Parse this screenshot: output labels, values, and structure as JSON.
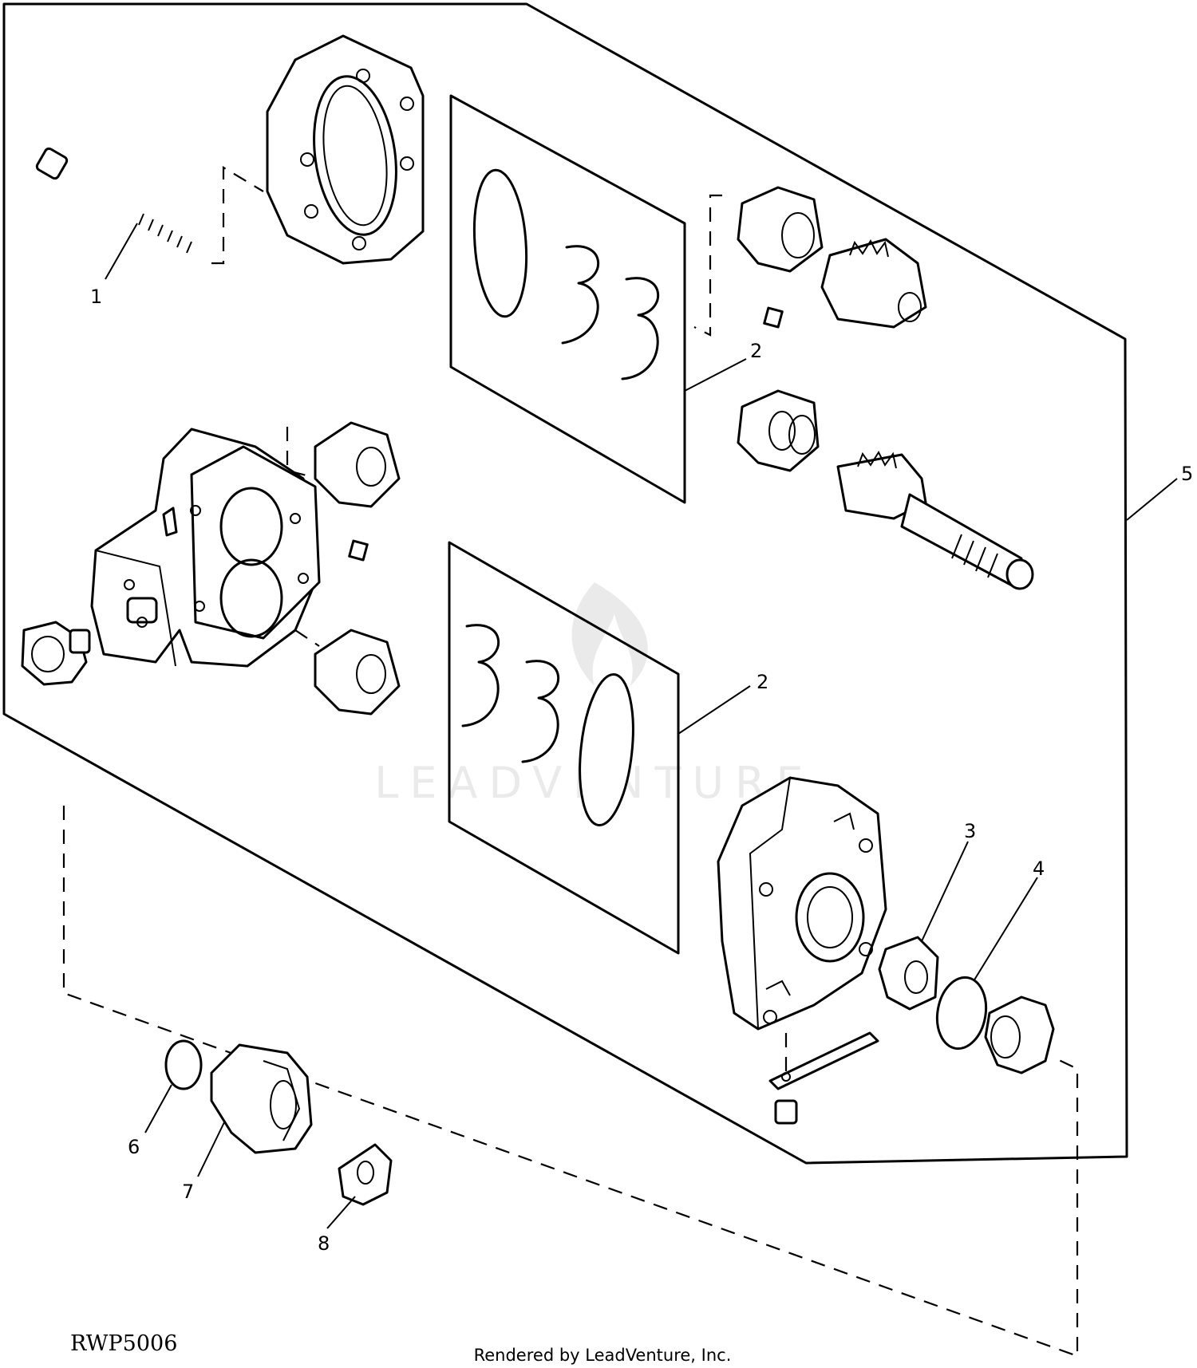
{
  "callouts": {
    "p1": "1",
    "p2a": "2",
    "p2b": "2",
    "p3": "3",
    "p4": "4",
    "p5": "5",
    "p6": "6",
    "p7": "7",
    "p8": "8"
  },
  "figure_id": "RWP5006",
  "credit": "Rendered by LeadVenture, Inc.",
  "watermark": "LEADVENTURE"
}
